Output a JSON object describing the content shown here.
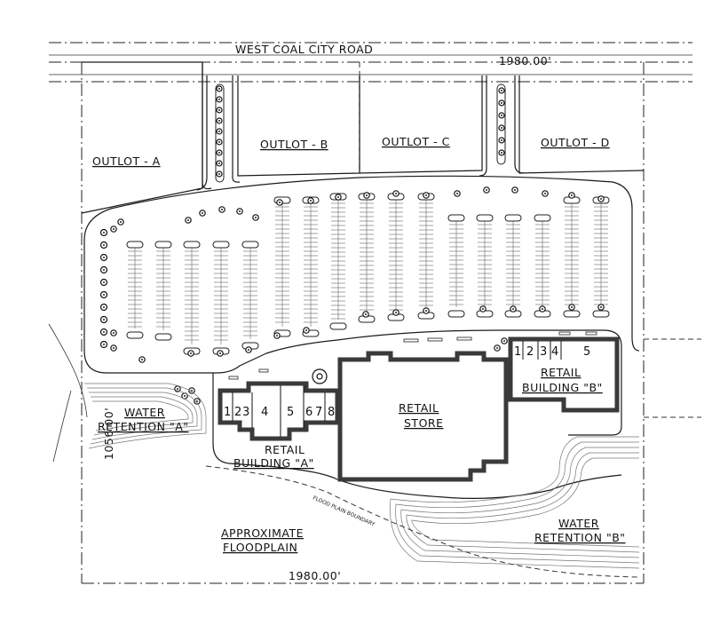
{
  "road_label": "WEST COAL CITY ROAD",
  "dimensions": {
    "top": "1980.00'",
    "bottom": "1980.00'",
    "left": "1056.00'"
  },
  "outlots": [
    "OUTLOT - A",
    "OUTLOT - B",
    "OUTLOT - C",
    "OUTLOT - D"
  ],
  "retail_store": [
    "RETAIL",
    "STORE"
  ],
  "building_a": {
    "title": [
      "RETAIL",
      "BUILDING \"A\""
    ],
    "units": [
      "1",
      "2",
      "3",
      "4",
      "5",
      "6",
      "7",
      "8"
    ]
  },
  "building_b": {
    "title": [
      "RETAIL",
      "BUILDING \"B\""
    ],
    "units": [
      "1",
      "2",
      "3",
      "4",
      "5"
    ]
  },
  "water_a": [
    "WATER",
    "RETENTION \"A\""
  ],
  "water_b": [
    "WATER",
    "RETENTION \"B\""
  ],
  "floodplain": [
    "APPROXIMATE",
    "FLOODPLAIN"
  ],
  "flood_boundary": "FLOOD PLAIN BOUNDARY"
}
